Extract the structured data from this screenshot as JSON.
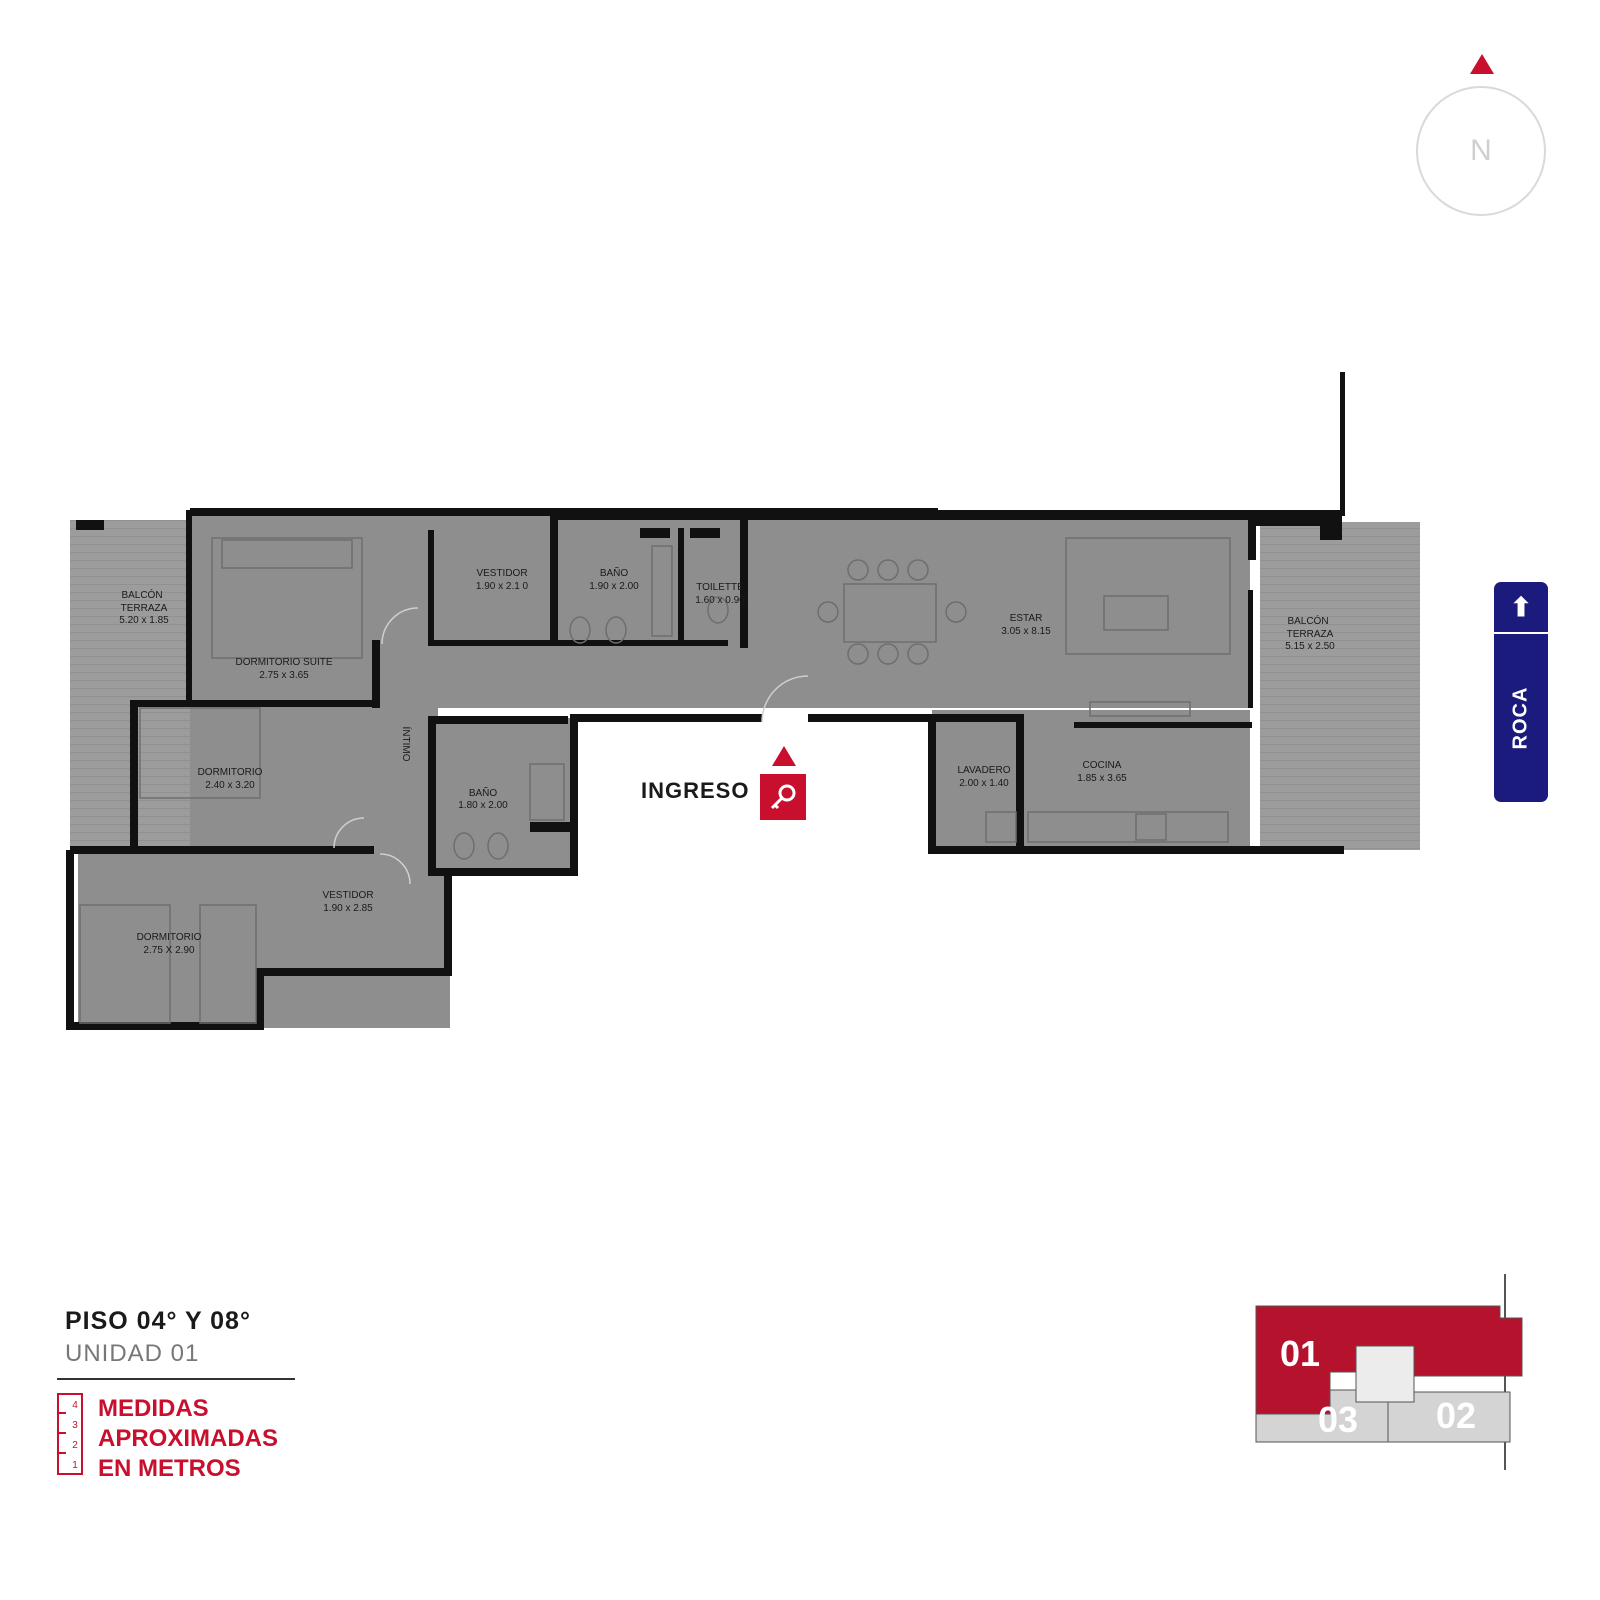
{
  "compass": {
    "label": "N"
  },
  "street": {
    "arrow": "⬆",
    "name": "ROCA"
  },
  "entrance": {
    "label": "INGRESO"
  },
  "rooms": [
    {
      "id": "balcon-terraza-oeste",
      "name": "BALCÓN",
      "name2": "TERRAZA",
      "dims": "5.20 x 1.85"
    },
    {
      "id": "dormitorio-suite",
      "name": "DORMITORIO SUITE",
      "name2": "",
      "dims": "2.75 x 3.65"
    },
    {
      "id": "vestidor-suite",
      "name": "VESTIDOR",
      "name2": "",
      "dims": "1.90 x 2.1 0"
    },
    {
      "id": "bano-suite",
      "name": "BAÑO",
      "name2": "",
      "dims": "1.90 x 2.00"
    },
    {
      "id": "toilette",
      "name": "TOILETTE",
      "name2": "",
      "dims": "1.60 x 0.90"
    },
    {
      "id": "estar",
      "name": "ESTAR",
      "name2": "",
      "dims": "3.05 x 8.15"
    },
    {
      "id": "balcon-terraza-este",
      "name": "BALCÓN",
      "name2": "TERRAZA",
      "dims": "5.15 x 2.50"
    },
    {
      "id": "dormitorio-2",
      "name": "DORMITORIO",
      "name2": "",
      "dims": "2.40 x 3.20"
    },
    {
      "id": "intimo",
      "name": "ÍNTIMO",
      "name2": "",
      "dims": ""
    },
    {
      "id": "bano-2",
      "name": "BAÑO",
      "name2": "",
      "dims": "1.80 x 2.00"
    },
    {
      "id": "lavadero",
      "name": "LAVADERO",
      "name2": "",
      "dims": "2.00 x 1.40"
    },
    {
      "id": "cocina",
      "name": "COCINA",
      "name2": "",
      "dims": "1.85 x 3.65"
    },
    {
      "id": "vestidor-2",
      "name": "VESTIDOR",
      "name2": "",
      "dims": "1.90 x 2.85"
    },
    {
      "id": "dormitorio-3",
      "name": "DORMITORIO",
      "name2": "",
      "dims": "2.75 X 2.90"
    }
  ],
  "legend": {
    "floor": "PISO 04° Y 08°",
    "unit": "UNIDAD 01",
    "scale_marks": [
      "4",
      "3",
      "2",
      "1"
    ],
    "measures": [
      "MEDIDAS",
      "APROXIMADAS",
      "EN METROS"
    ]
  },
  "keyplan": {
    "units": [
      "01",
      "03",
      "02"
    ],
    "highlight_color": "#b5122e"
  },
  "colors": {
    "accent": "#c8102e",
    "street": "#1b1b7e",
    "floor": "#8e8e8e",
    "terrace": "#9c9c9c",
    "wall": "#111111"
  }
}
